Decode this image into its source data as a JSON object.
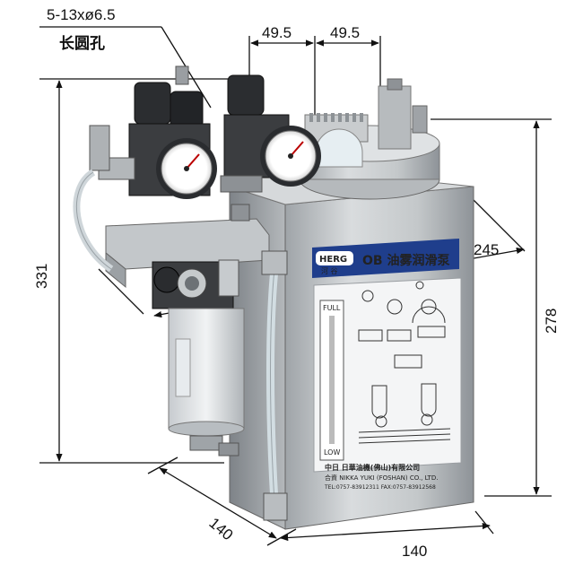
{
  "dimensions": {
    "slot_spec": "5-13xø6.5",
    "slot_label": "长圆孔",
    "spacing_left": "49.5",
    "spacing_right": "49.5",
    "overall_height": "331",
    "pump_height": "278",
    "diagonal": "245",
    "depth": "140",
    "width": "140"
  },
  "product": {
    "brand": "HERG",
    "brand_cn": "河 谷",
    "model_label": "OB 油雾润滑泵",
    "gauge_full": "FULL",
    "gauge_low": "LOW",
    "maker_line1": "中日 日華油機(佛山)有限公司",
    "maker_line2": "合資 NIKKA YUKI (FOSHAN) CO., LTD.",
    "maker_line3": "TEL:0757-83912311   FAX:0757-83912568"
  },
  "colors": {
    "body_silver": "#c9ccce",
    "body_dark": "#8d9296",
    "label_blue": "#1f3e8c",
    "panel_white": "#f4f5f6"
  }
}
